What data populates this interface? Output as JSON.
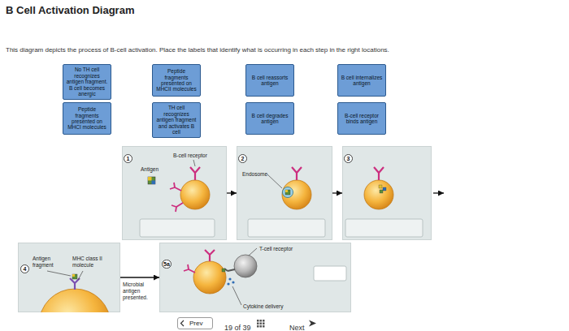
{
  "diagram": {
    "title": "B Cell Activation Diagram",
    "caption": "This diagram depicts the process of B-cell activation. Place the labels that identify what is occurring in each step in the right locations.",
    "nodes": [
      {
        "text": [
          "No TH cell recognizes antigen fragment. B cell becomes anergic"
        ]
      },
      {
        "text": [
          "Peptide fragments presented on MHCII molecules"
        ]
      },
      {
        "text": [
          "B cell reassorts antigen"
        ]
      },
      {
        "text": [
          "B cell internalizes antigen"
        ]
      },
      {
        "text": [
          "Peptide fragments presented on MHCI molecules"
        ]
      },
      {
        "text": [
          "TH cell recognizes antigen fragment and activates B cell"
        ]
      },
      {
        "text": [
          "B cell degrades antigen"
        ]
      },
      {
        "text": [
          "B-cell receptor binds antigen"
        ]
      },
      {
        "text": [
          "1",
          "Antigen",
          "B-cell receptor"
        ]
      },
      {
        "text": [
          "2",
          "Endosome"
        ]
      },
      {
        "text": [
          "3"
        ]
      },
      {
        "text": [
          "4",
          "Antigen fragment",
          "MHC class II molecule"
        ]
      },
      {
        "text": [
          "5a",
          "T-cell receptor",
          "Cytokine delivery"
        ]
      },
      {
        "text": [
          "Prev"
        ]
      }
    ],
    "edges": [
      {
        "from": 8,
        "to": 9,
        "arrow": "to"
      },
      {
        "from": 9,
        "to": 10,
        "arrow": "to"
      },
      {
        "from": 11,
        "to": 12,
        "arrow": "to",
        "label": "Microbial antigen presented."
      }
    ],
    "labels": [
      "19 of 39",
      "Next"
    ]
  }
}
